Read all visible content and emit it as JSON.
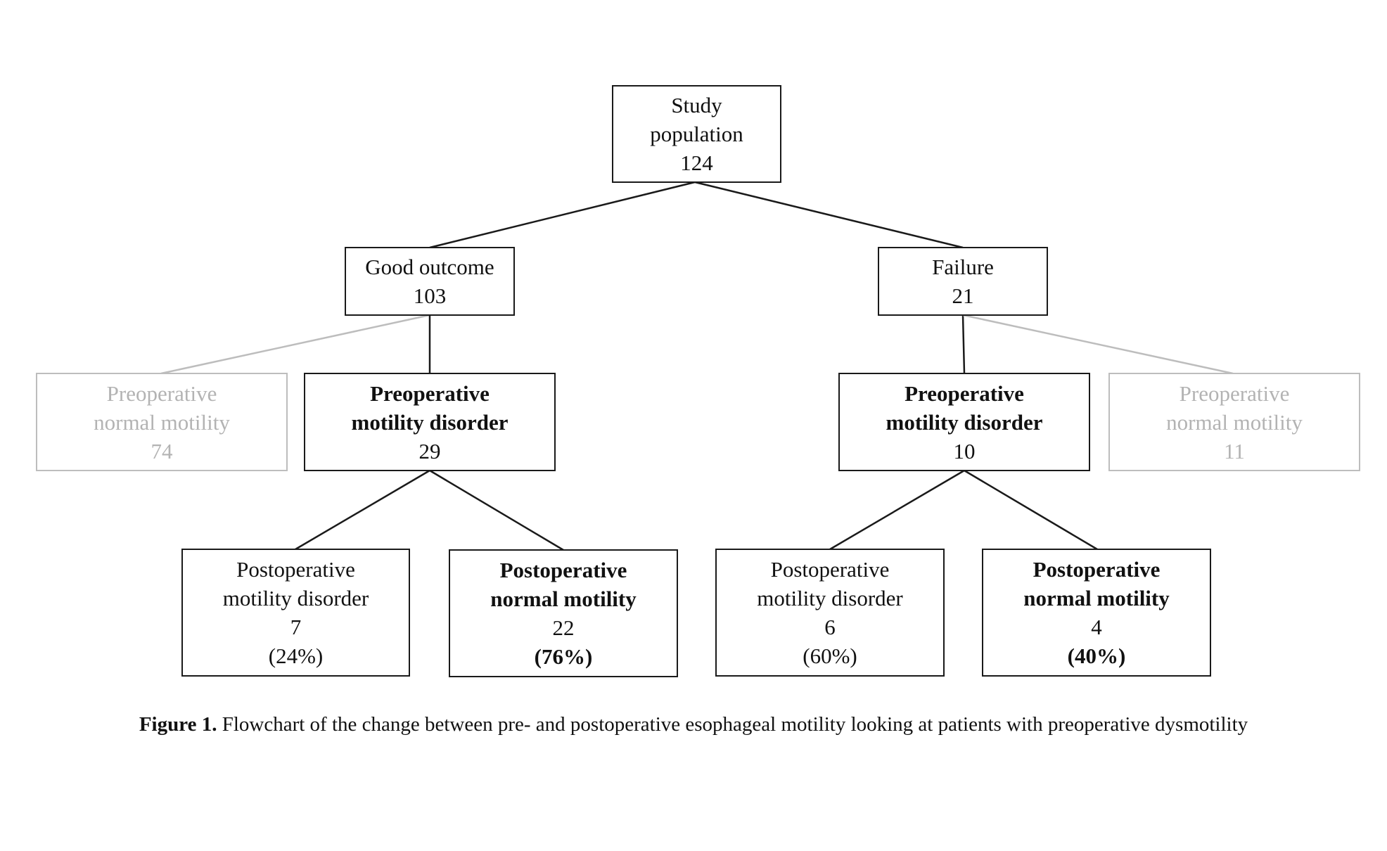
{
  "nodes": {
    "root": {
      "lines": [
        "Study",
        "population"
      ],
      "count": "124"
    },
    "good": {
      "lines": [
        "Good outcome"
      ],
      "count": "103"
    },
    "failure": {
      "lines": [
        "Failure"
      ],
      "count": "21"
    },
    "good_normal": {
      "lines": [
        "Preoperative",
        "normal motility"
      ],
      "count": "74"
    },
    "good_disorder": {
      "lines": [
        "Preoperative",
        "motility disorder"
      ],
      "count": "29"
    },
    "fail_disorder": {
      "lines": [
        "Preoperative",
        "motility disorder"
      ],
      "count": "10"
    },
    "fail_normal": {
      "lines": [
        "Preoperative",
        "normal motility"
      ],
      "count": "11"
    },
    "good_post_disorder": {
      "lines": [
        "Postoperative",
        "motility disorder"
      ],
      "count": "7",
      "percent": "(24%)"
    },
    "good_post_normal": {
      "lines": [
        "Postoperative",
        "normal motility"
      ],
      "count": "22",
      "percent": "(76%)"
    },
    "fail_post_disorder": {
      "lines": [
        "Postoperative",
        "motility disorder"
      ],
      "count": "6",
      "percent": "(60%)"
    },
    "fail_post_normal": {
      "lines": [
        "Postoperative",
        "normal motility"
      ],
      "count": "4",
      "percent": "(40%)"
    }
  },
  "colors": {
    "line": "#1a1a1a",
    "muted_line": "#bdbdbd",
    "muted_text": "#b3b3b3"
  },
  "caption": {
    "label": "Figure 1.",
    "text": " Flowchart of the change between pre- and postoperative esophageal motility looking at patients with preoperative dysmotility"
  }
}
